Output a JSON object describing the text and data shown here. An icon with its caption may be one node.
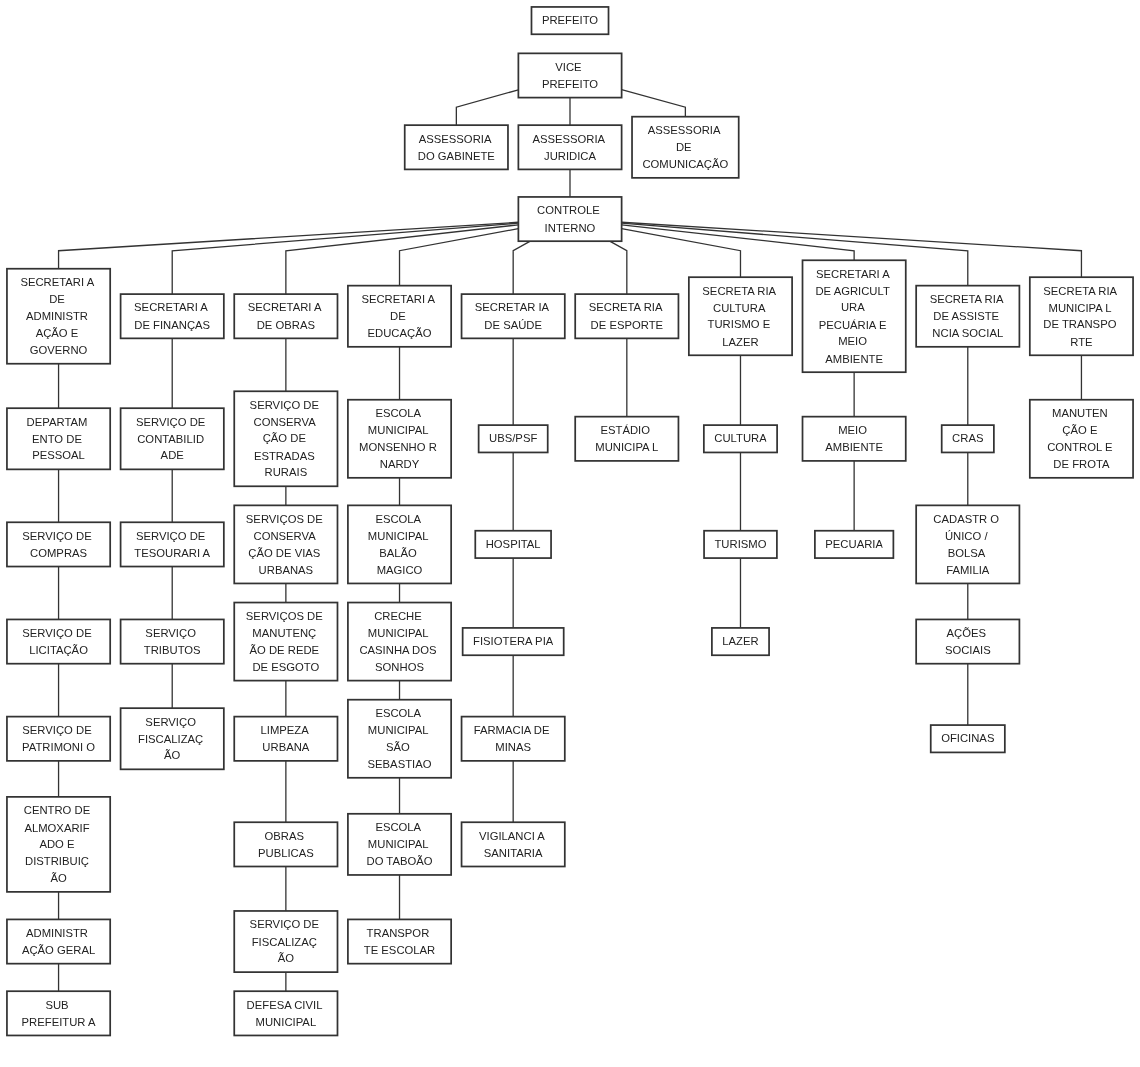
{
  "diagram": {
    "nodes": [
      {
        "text": [
          "PREFEITO"
        ]
      },
      {
        "text": [
          "VICE PREFEITO"
        ]
      },
      {
        "text": [
          "ASSESSORIA DO GABINETE"
        ]
      },
      {
        "text": [
          "ASSESSORIA JURIDICA"
        ]
      },
      {
        "text": [
          "ASSESSORIA DE COMUNICAÇÃO"
        ]
      },
      {
        "text": [
          "CONTROLE INTERNO"
        ]
      },
      {
        "text": [
          "SECRETARI A DE ADMINISTR AÇÃO E GOVERNO"
        ]
      },
      {
        "text": [
          "SECRETARI A DE FINANÇAS"
        ]
      },
      {
        "text": [
          "SECRETARI A DE OBRAS"
        ]
      },
      {
        "text": [
          "SECRETARI A DE EDUCAÇÃO"
        ]
      },
      {
        "text": [
          "SECRETAR IA DE SAÚDE"
        ]
      },
      {
        "text": [
          "SECRETA RIA DE ESPORTE"
        ]
      },
      {
        "text": [
          "SECRETA RIA CULTURA TURISMO E LAZER"
        ]
      },
      {
        "text": [
          "SECRETARI A DE AGRICULT URA PECUÁRIA E MEIO AMBIENTE"
        ]
      },
      {
        "text": [
          "SECRETA RIA DE ASSISTE NCIA SOCIAL"
        ]
      },
      {
        "text": [
          "SECRETA RIA MUNICIPA L DE TRANSPO RTE"
        ]
      },
      {
        "text": [
          "DEPARTAM ENTO DE PESSOAL"
        ]
      },
      {
        "text": [
          "SERVIÇO DE COMPRAS"
        ]
      },
      {
        "text": [
          "SERVIÇO DE LICITAÇÃO"
        ]
      },
      {
        "text": [
          "SERVIÇO DE PATRIMONI O"
        ]
      },
      {
        "text": [
          "CENTRO DE ALMOXARIF ADO E DISTRIBUIÇ ÃO"
        ]
      },
      {
        "text": [
          "ADMINISTR AÇÃO GERAL"
        ]
      },
      {
        "text": [
          "SUB PREFEITUR A"
        ]
      },
      {
        "text": [
          "SERVIÇO DE CONTABILID ADE"
        ]
      },
      {
        "text": [
          "SERVIÇO DE TESOURARI A"
        ]
      },
      {
        "text": [
          "SERVIÇO TRIBUTOS"
        ]
      },
      {
        "text": [
          "SERVIÇO FISCALIZAÇ ÃO"
        ]
      },
      {
        "text": [
          "SERVIÇO DE CONSERVA ÇÃO DE ESTRADAS RURAIS"
        ]
      },
      {
        "text": [
          "SERVIÇOS DE CONSERVA ÇÃO DE VIAS URBANAS"
        ]
      },
      {
        "text": [
          "SERVIÇOS DE MANUTENÇ ÃO DE REDE DE ESGOTO"
        ]
      },
      {
        "text": [
          "LIMPEZA URBANA"
        ]
      },
      {
        "text": [
          "OBRAS PUBLICAS"
        ]
      },
      {
        "text": [
          "SERVIÇO DE FISCALIZAÇ ÃO"
        ]
      },
      {
        "text": [
          "DEFESA CIVIL MUNICIPAL"
        ]
      },
      {
        "text": [
          "ESCOLA MUNICIPAL MONSENHO R NARDY"
        ]
      },
      {
        "text": [
          "ESCOLA MUNICIPAL BALÃO MAGICO"
        ]
      },
      {
        "text": [
          "CRECHE MUNICIPAL CASINHA DOS SONHOS"
        ]
      },
      {
        "text": [
          "ESCOLA MUNICIPAL SÃO SEBASTIAO"
        ]
      },
      {
        "text": [
          "ESCOLA MUNICIPAL DO TABOÃO"
        ]
      },
      {
        "text": [
          "TRANSPOR TE ESCOLAR"
        ]
      },
      {
        "text": [
          "UBS/PSF"
        ]
      },
      {
        "text": [
          "HOSPITAL"
        ]
      },
      {
        "text": [
          "FISIOTERA PIA"
        ]
      },
      {
        "text": [
          "FARMACIA DE MINAS"
        ]
      },
      {
        "text": [
          "VIGILANCI A SANITARIA"
        ]
      },
      {
        "text": [
          "ESTÁDIO MUNICIPA L"
        ]
      },
      {
        "text": [
          "CULTURA"
        ]
      },
      {
        "text": [
          "TURISMO"
        ]
      },
      {
        "text": [
          "LAZER"
        ]
      },
      {
        "text": [
          "MEIO AMBIENTE"
        ]
      },
      {
        "text": [
          "PECUARIA"
        ]
      },
      {
        "text": [
          "CRAS"
        ]
      },
      {
        "text": [
          "CADASTR O ÚNICO / BOLSA FAMILIA"
        ]
      },
      {
        "text": [
          "AÇÕES SOCIAIS"
        ]
      },
      {
        "text": [
          "OFICINAS"
        ]
      },
      {
        "text": [
          "MANUTEN ÇÃO E CONTROL E DE FROTA"
        ]
      }
    ],
    "edges": [
      {
        "from": 1,
        "to": 2,
        "arrow": "none"
      },
      {
        "from": 1,
        "to": 3,
        "arrow": "none"
      },
      {
        "from": 1,
        "to": 4,
        "arrow": "none"
      },
      {
        "from": 3,
        "to": 5,
        "arrow": "none"
      },
      {
        "from": 5,
        "to": 6,
        "arrow": "none"
      },
      {
        "from": 5,
        "to": 7,
        "arrow": "none"
      },
      {
        "from": 5,
        "to": 8,
        "arrow": "none"
      },
      {
        "from": 5,
        "to": 9,
        "arrow": "none"
      },
      {
        "from": 5,
        "to": 10,
        "arrow": "none"
      },
      {
        "from": 5,
        "to": 11,
        "arrow": "none"
      },
      {
        "from": 5,
        "to": 12,
        "arrow": "none"
      },
      {
        "from": 5,
        "to": 13,
        "arrow": "none"
      },
      {
        "from": 5,
        "to": 14,
        "arrow": "none"
      },
      {
        "from": 5,
        "to": 15,
        "arrow": "none"
      },
      {
        "from": 6,
        "to": 16,
        "arrow": "none"
      },
      {
        "from": 16,
        "to": 17,
        "arrow": "none"
      },
      {
        "from": 17,
        "to": 18,
        "arrow": "none"
      },
      {
        "from": 18,
        "to": 19,
        "arrow": "none"
      },
      {
        "from": 19,
        "to": 20,
        "arrow": "none"
      },
      {
        "from": 20,
        "to": 21,
        "arrow": "none"
      },
      {
        "from": 21,
        "to": 22,
        "arrow": "none"
      },
      {
        "from": 7,
        "to": 23,
        "arrow": "none"
      },
      {
        "from": 23,
        "to": 24,
        "arrow": "none"
      },
      {
        "from": 24,
        "to": 25,
        "arrow": "none"
      },
      {
        "from": 25,
        "to": 26,
        "arrow": "none"
      },
      {
        "from": 8,
        "to": 27,
        "arrow": "none"
      },
      {
        "from": 27,
        "to": 28,
        "arrow": "none"
      },
      {
        "from": 28,
        "to": 29,
        "arrow": "none"
      },
      {
        "from": 29,
        "to": 30,
        "arrow": "none"
      },
      {
        "from": 30,
        "to": 31,
        "arrow": "none"
      },
      {
        "from": 31,
        "to": 32,
        "arrow": "none"
      },
      {
        "from": 32,
        "to": 33,
        "arrow": "none"
      },
      {
        "from": 9,
        "to": 34,
        "arrow": "none"
      },
      {
        "from": 34,
        "to": 35,
        "arrow": "none"
      },
      {
        "from": 35,
        "to": 36,
        "arrow": "none"
      },
      {
        "from": 36,
        "to": 37,
        "arrow": "none"
      },
      {
        "from": 37,
        "to": 38,
        "arrow": "none"
      },
      {
        "from": 38,
        "to": 39,
        "arrow": "none"
      },
      {
        "from": 10,
        "to": 40,
        "arrow": "none"
      },
      {
        "from": 40,
        "to": 41,
        "arrow": "none"
      },
      {
        "from": 41,
        "to": 42,
        "arrow": "none"
      },
      {
        "from": 42,
        "to": 43,
        "arrow": "none"
      },
      {
        "from": 43,
        "to": 44,
        "arrow": "none"
      },
      {
        "from": 11,
        "to": 45,
        "arrow": "none"
      },
      {
        "from": 12,
        "to": 46,
        "arrow": "none"
      },
      {
        "from": 46,
        "to": 47,
        "arrow": "none"
      },
      {
        "from": 47,
        "to": 48,
        "arrow": "none"
      },
      {
        "from": 13,
        "to": 49,
        "arrow": "none"
      },
      {
        "from": 49,
        "to": 50,
        "arrow": "none"
      },
      {
        "from": 14,
        "to": 51,
        "arrow": "none"
      },
      {
        "from": 51,
        "to": 52,
        "arrow": "none"
      },
      {
        "from": 52,
        "to": 53,
        "arrow": "none"
      },
      {
        "from": 53,
        "to": 54,
        "arrow": "none"
      },
      {
        "from": 15,
        "to": 55,
        "arrow": "none"
      }
    ]
  }
}
